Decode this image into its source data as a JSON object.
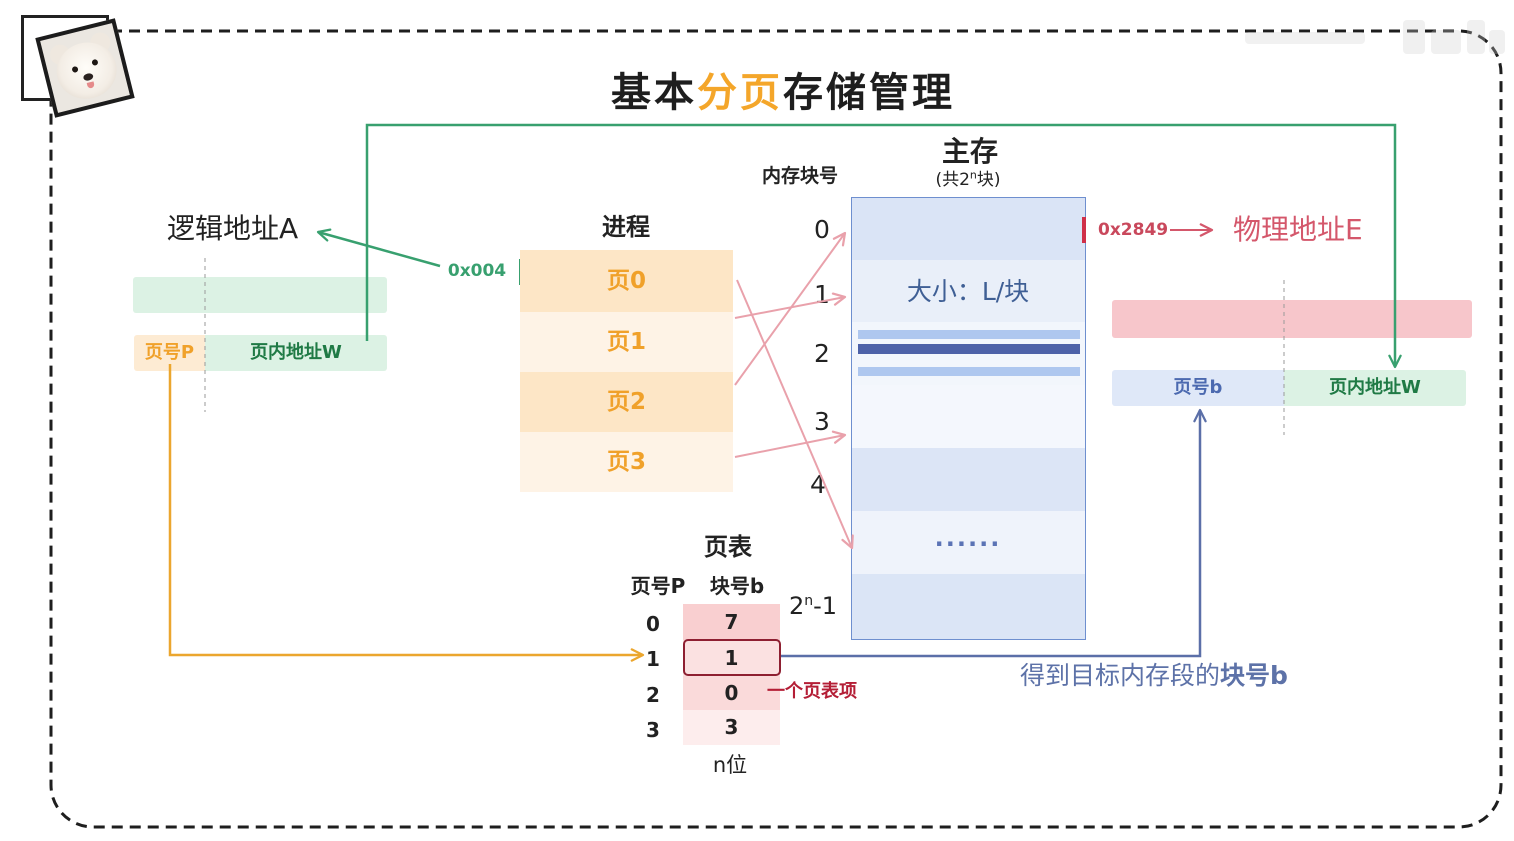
{
  "title": {
    "part1": "基本",
    "highlight": "分页",
    "part2": "存储管理"
  },
  "logical_address": {
    "label": "逻辑地址A",
    "value": "0x004",
    "page_number": "页号P",
    "page_offset": "页内地址W"
  },
  "process": {
    "label": "进程",
    "pages": [
      "页0",
      "页1",
      "页2",
      "页3"
    ]
  },
  "main_memory": {
    "label": "主存",
    "count_prefix": "(共2",
    "count_exp": "n",
    "count_suffix": "块)",
    "block_number_header": "内存块号",
    "block_numbers": [
      "0",
      "1",
      "2",
      "3",
      "4"
    ],
    "last_block_base": "2",
    "last_block_exp": "n",
    "last_block_suffix": "-1",
    "block_size": "大小：L/块",
    "ellipsis": "......"
  },
  "physical_address": {
    "value": "0x2849",
    "label": "物理地址E",
    "block_number": "页号b",
    "page_offset": "页内地址W"
  },
  "page_table": {
    "title": "页表",
    "headers": [
      "页号P",
      "块号b"
    ],
    "rows": [
      {
        "page": "0",
        "block": "7"
      },
      {
        "page": "1",
        "block": "1"
      },
      {
        "page": "2",
        "block": "0"
      },
      {
        "page": "3",
        "block": "3"
      }
    ],
    "highlighted_row": 1,
    "entry_note": "一个页表项",
    "entry_width": "n位"
  },
  "result_note": {
    "text": "得到目标内存段的",
    "emphasis": "块号b"
  },
  "colors": {
    "title_highlight": "#f4a62a",
    "green": "#38a06f",
    "orange": "#eba62e",
    "blue": "#5b6fa8",
    "pink_arrow": "#e9a1ab",
    "red": "#cf3a52",
    "dark_red": "#8e1f31"
  }
}
